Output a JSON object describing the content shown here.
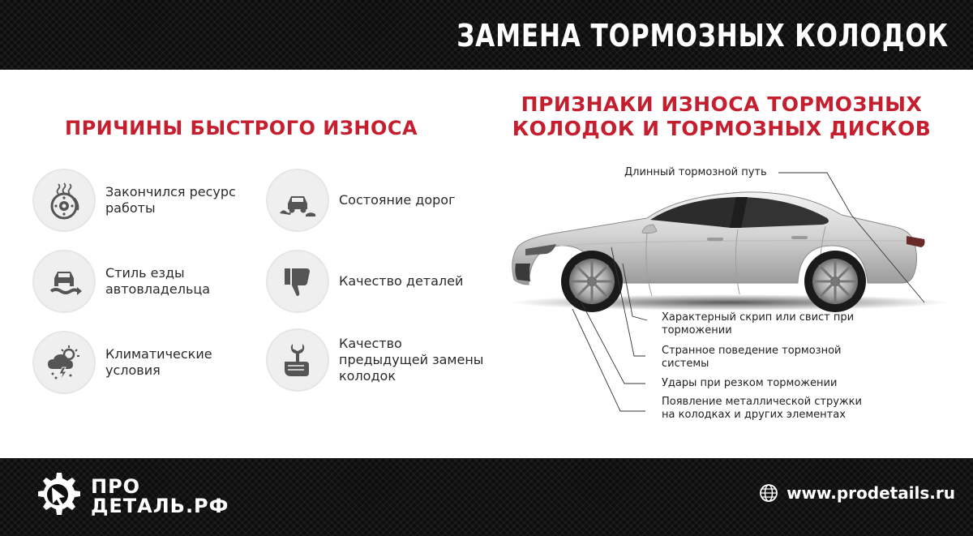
{
  "header": {
    "title": "ЗАМЕНА ТОРМОЗНЫХ КОЛОДОК"
  },
  "causes": {
    "heading": "ПРИЧИНЫ БЫСТРОГО ИЗНОСА",
    "items": [
      {
        "label": "Закончился ресурс работы",
        "icon": "brake-disc-icon"
      },
      {
        "label": "Состояние дорог",
        "icon": "car-on-rough-road-icon"
      },
      {
        "label": "Стиль езды автовладельца",
        "icon": "car-driving-style-icon"
      },
      {
        "label": "Качество деталей",
        "icon": "thumbs-down-icon"
      },
      {
        "label": "Климатические условия",
        "icon": "weather-storm-icon"
      },
      {
        "label": "Качество предыдущей замены колодок",
        "icon": "hand-wrench-icon"
      }
    ]
  },
  "signs": {
    "heading_line1": "ПРИЗНАКИ ИЗНОСА ТОРМОЗНЫХ",
    "heading_line2": "КОЛОДОК И ТОРМОЗНЫХ ДИСКОВ",
    "items": [
      {
        "label": "Длинный тормозной путь"
      },
      {
        "label_line1": "Характерный скрип или свист при",
        "label_line2": "торможении"
      },
      {
        "label_line1": "Странное поведение тормозной",
        "label_line2": "системы"
      },
      {
        "label": "Удары при резком торможении"
      },
      {
        "label_line1": "Появление металлической стружки",
        "label_line2": "на колодках и других элементах"
      }
    ]
  },
  "footer": {
    "logo_line1": "ПРО",
    "logo_line2": "ДЕТАЛЬ.РФ",
    "website": "www.prodetails.ru"
  },
  "colors": {
    "accent": "#c51f2f",
    "dark": "#0d0d0d",
    "icon": "#555555"
  }
}
